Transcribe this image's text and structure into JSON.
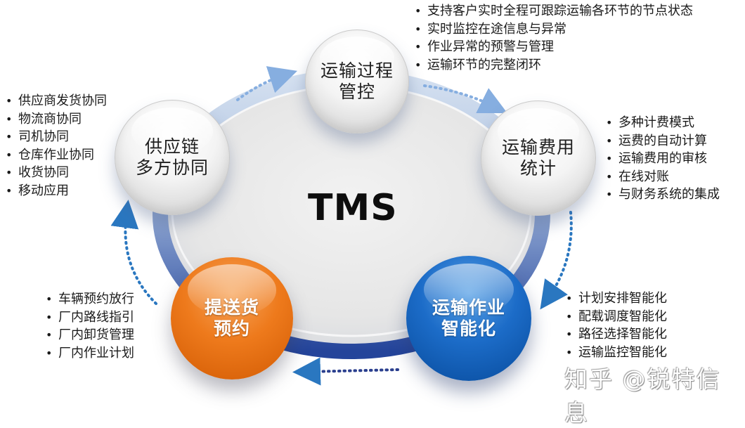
{
  "title": "TMS",
  "colors": {
    "ring_light": "#c8d7ec",
    "ring_dark": "#2e4d9c",
    "arrow": "#2a77c0",
    "orange": "#e8741a",
    "blue": "#1561bb",
    "white_sphere": "#f0f0f0"
  },
  "nodes": [
    {
      "id": "transport-process-control",
      "label": "运输过程\n管控",
      "style": "white",
      "bullets": [
        "支持客户实时全程可跟踪运输各环节的节点状态",
        "实时监控在途信息与异常",
        "作业异常的预警与管理",
        "运输环节的完整闭环"
      ]
    },
    {
      "id": "transport-cost-statistics",
      "label": "运输费用\n统计",
      "style": "white",
      "bullets": [
        "多种计费模式",
        "运费的自动计算",
        "运输费用的审核",
        "在线对账",
        "与财务系统的集成"
      ]
    },
    {
      "id": "intelligent-transport-operations",
      "label": "运输作业\n智能化",
      "style": "blue",
      "bullets": [
        "计划安排智能化",
        "配载调度智能化",
        "路径选择智能化",
        "运输监控智能化"
      ]
    },
    {
      "id": "pickup-delivery-appointment",
      "label": "提送货\n预约",
      "style": "orange",
      "bullets": [
        "车辆预约放行",
        "厂内路线指引",
        "厂内卸货管理",
        "厂内作业计划"
      ]
    },
    {
      "id": "supply-chain-collaboration",
      "label": "供应链\n多方协同",
      "style": "white",
      "bullets": [
        "供应商发货协同",
        "物流商协同",
        "司机协同",
        "仓库作业协同",
        "收货协同",
        "移动应用"
      ]
    }
  ],
  "watermark": "知乎 @锐特信息"
}
